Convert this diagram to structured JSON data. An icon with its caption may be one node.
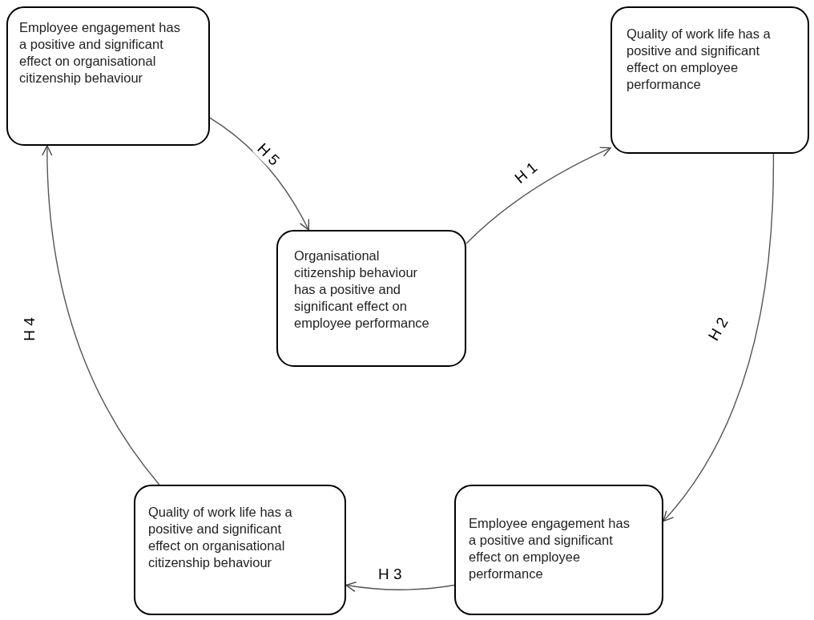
{
  "diagram": {
    "nodes": [
      {
        "text": [
          "Employee engagement has a positive and significant effect on organisational citizenship behaviour"
        ]
      },
      {
        "text": [
          "Quality of work life has a positive and significant effect on employee performance"
        ]
      },
      {
        "text": [
          "Organisational citizenship behaviour has a positive and significant effect on employee performance"
        ]
      },
      {
        "text": [
          "Quality of work life has a positive and significant effect on organisational citizenship behaviour"
        ]
      },
      {
        "text": [
          "Employee engagement has a positive and significant effect on employee performance"
        ]
      }
    ],
    "edges": [
      {
        "from": 2,
        "to": 1,
        "arrow": "to",
        "label": "H 1"
      },
      {
        "from": 1,
        "to": 4,
        "arrow": "to",
        "label": "H 2"
      },
      {
        "from": 4,
        "to": 3,
        "arrow": "to",
        "label": "H 3"
      },
      {
        "from": 3,
        "to": 0,
        "arrow": "to",
        "label": "H 4"
      },
      {
        "from": 0,
        "to": 2,
        "arrow": "to",
        "label": "H 5"
      }
    ]
  }
}
